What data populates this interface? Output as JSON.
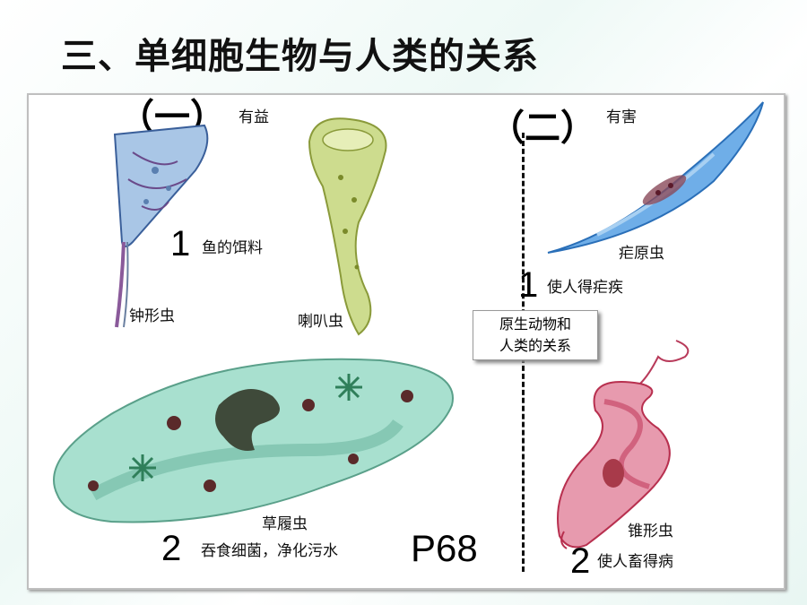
{
  "title": "三、单细胞生物与人类的关系",
  "beneficial": {
    "paren": "（一）",
    "label": "有益",
    "number1": "1",
    "use1": "鱼的饵料",
    "org_vorticella": "钟形虫",
    "org_stentor": "喇叭虫",
    "org_paramecium": "草履虫",
    "number2": "2",
    "use2": "吞食细菌，净化污水",
    "page_ref": "P68"
  },
  "harmful": {
    "paren": "（二）",
    "label": "有害",
    "org_plasmodium": "疟原虫",
    "number1": "1",
    "effect1": "使人得疟疾",
    "org_trypanosoma": "锥形虫",
    "number2": "2",
    "effect2": "使人畜得病"
  },
  "center_box": {
    "line1": "原生动物和",
    "line2": "人类的关系"
  },
  "colors": {
    "vorticella": "#8fb3d9",
    "stentor": "#c9d98a",
    "paramecium": "#9fdcc8",
    "plasmodium": "#3f8fd9",
    "trypanosoma": "#d9607f"
  }
}
